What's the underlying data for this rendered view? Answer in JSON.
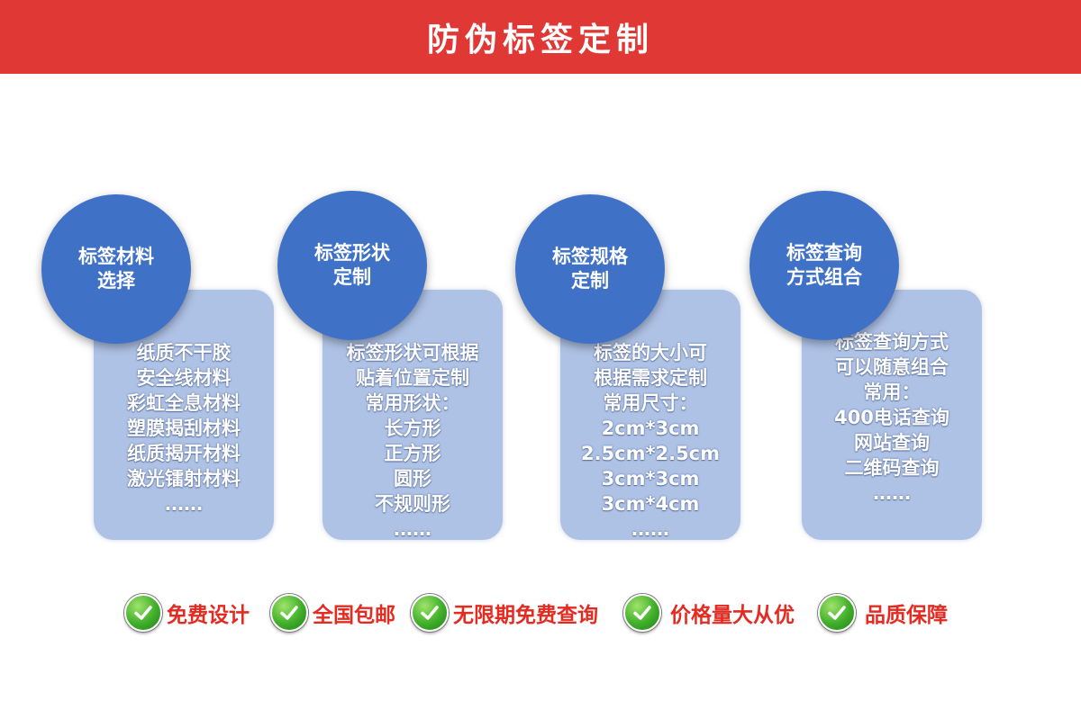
{
  "banner": {
    "title": "防伪标签定制"
  },
  "colors": {
    "banner": "#e03835",
    "circle": "#3f72c6",
    "card": "#aec2e6",
    "feature_text": "#e42b22",
    "check_green": "#3fae2a"
  },
  "cards": [
    {
      "title": [
        "标签材料",
        "选择"
      ],
      "lines": [
        "纸质不干胶",
        "安全线材料",
        "彩虹全息材料",
        "塑膜揭刮材料",
        "纸质揭开材料",
        "激光镭射材料",
        "……"
      ]
    },
    {
      "title": [
        "标签形状",
        "定制"
      ],
      "lines": [
        "标签形状可根据",
        "贴着位置定制",
        "常用形状：",
        "长方形",
        "正方形",
        "圆形",
        "不规则形",
        "……"
      ]
    },
    {
      "title": [
        "标签规格",
        "定制"
      ],
      "lines": [
        "标签的大小可",
        "根据需求定制",
        "常用尺寸：",
        "2cm*3cm",
        "2.5cm*2.5cm",
        "3cm*3cm",
        "3cm*4cm",
        "……"
      ]
    },
    {
      "title": [
        "标签查询",
        "方式组合"
      ],
      "lines": [
        "标签查询方式",
        "可以随意组合",
        "常用：",
        "400电话查询",
        "网站查询",
        "二维码查询",
        "……"
      ]
    }
  ],
  "features": [
    {
      "icon": "check-circle-icon",
      "label": "免费设计"
    },
    {
      "icon": "check-circle-icon",
      "label": "全国包邮"
    },
    {
      "icon": "check-circle-icon",
      "label": "无限期免费查询"
    },
    {
      "icon": "check-circle-icon",
      "label": "价格量大从优"
    },
    {
      "icon": "check-circle-icon",
      "label": "品质保障"
    }
  ]
}
